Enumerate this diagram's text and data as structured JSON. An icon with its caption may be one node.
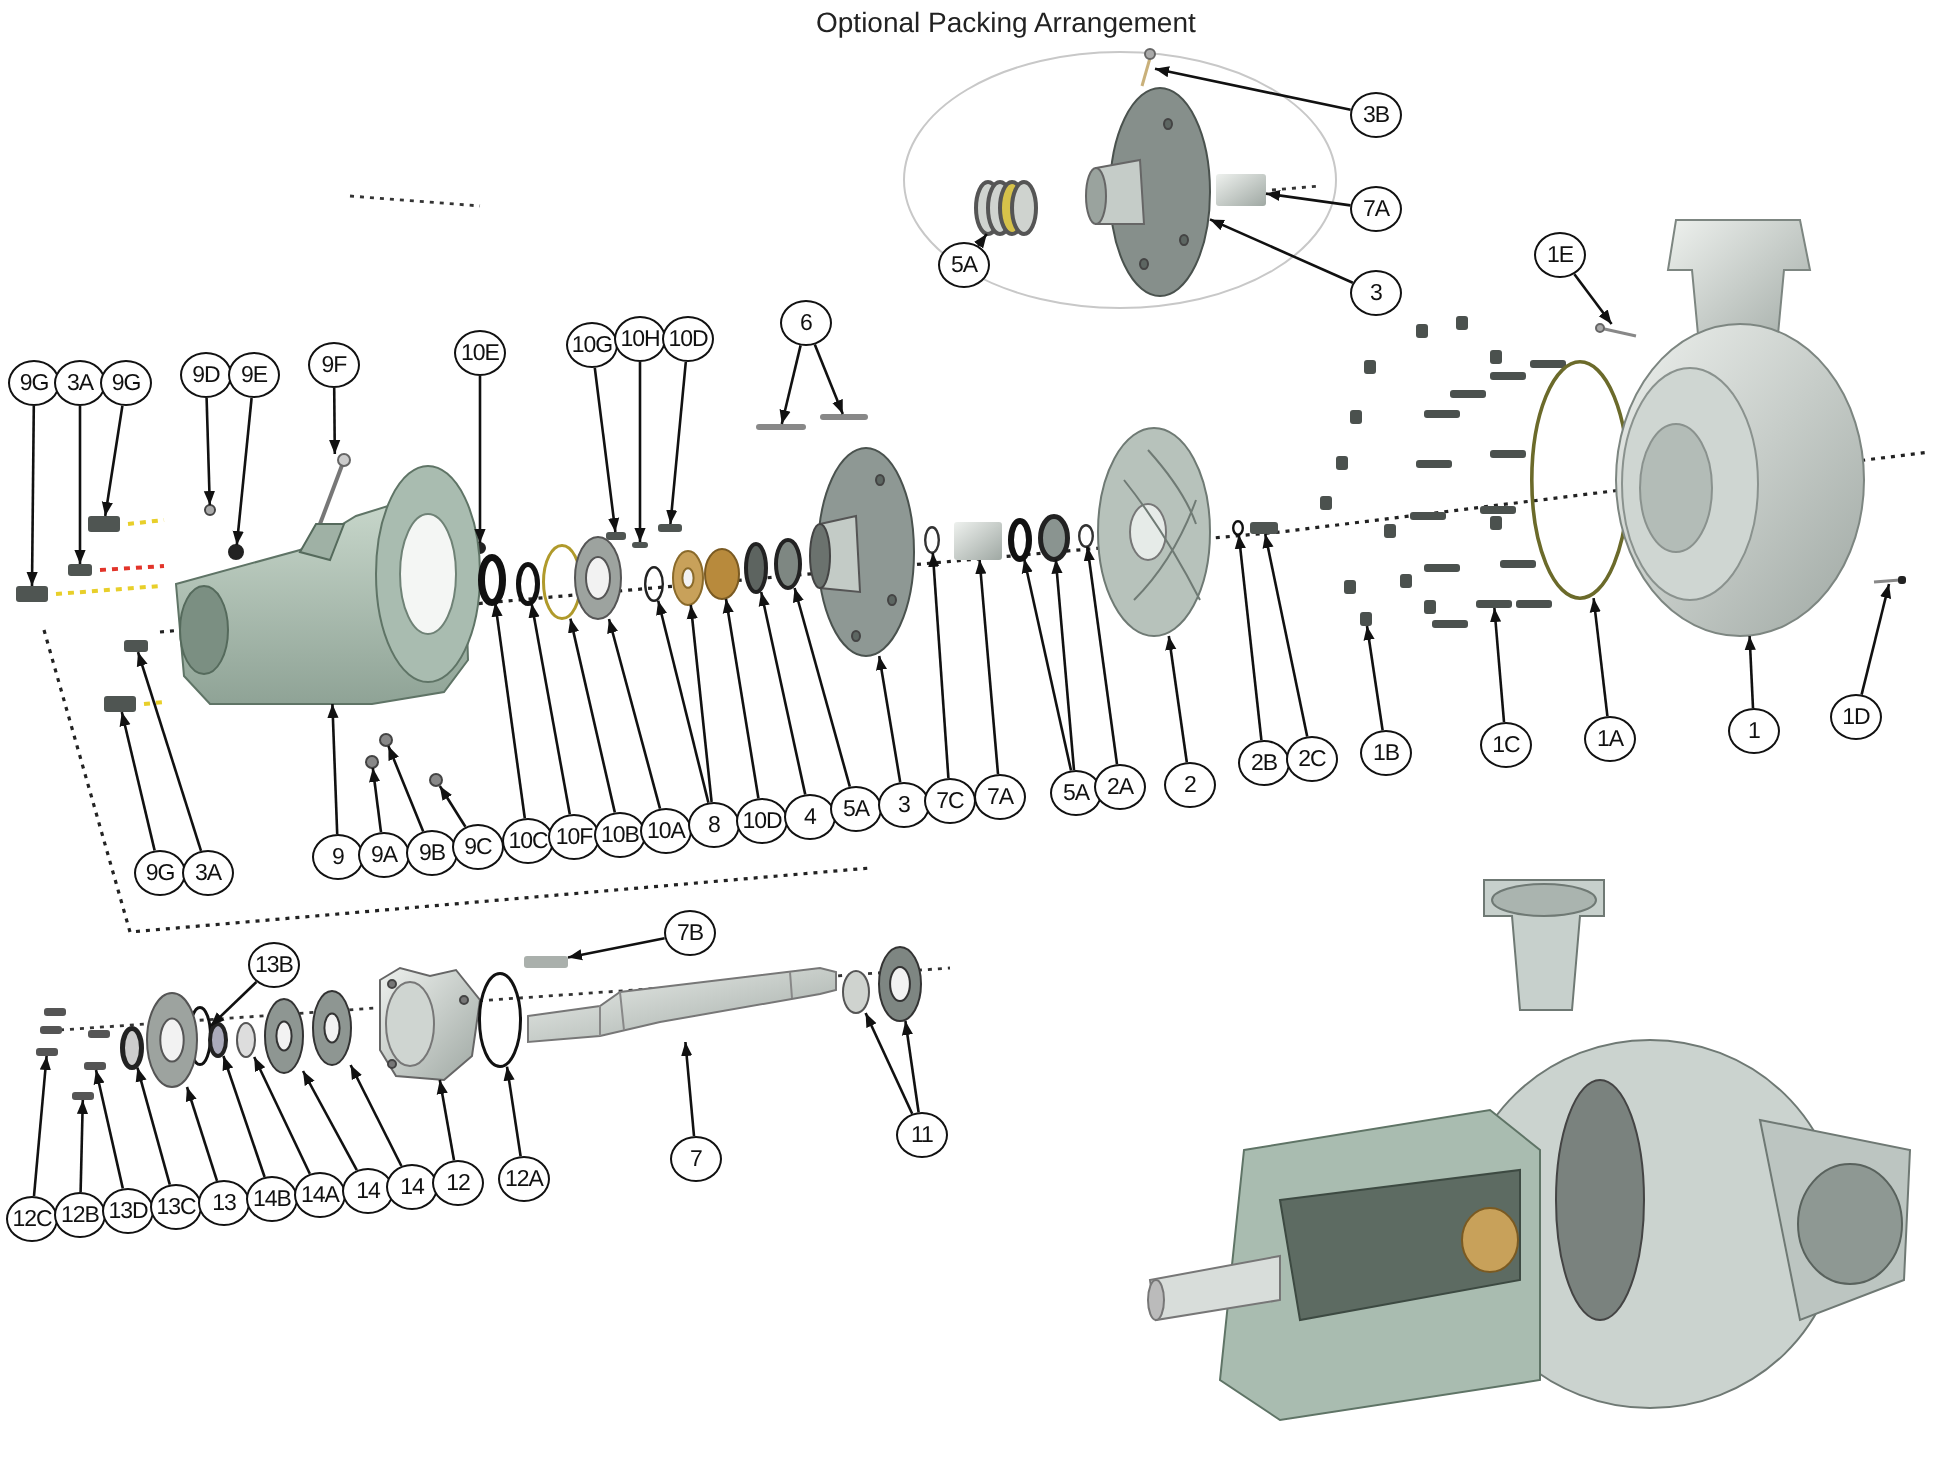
{
  "diagram": {
    "nodes": [
      {
        "text": [
          "3B"
        ]
      },
      {
        "text": [
          "7A"
        ]
      },
      {
        "text": [
          "5A"
        ]
      },
      {
        "text": [
          "3"
        ]
      },
      {
        "text": [
          "1E"
        ]
      },
      {
        "text": [
          "9G"
        ]
      },
      {
        "text": [
          "3A"
        ]
      },
      {
        "text": [
          "9G"
        ]
      },
      {
        "text": [
          "9D"
        ]
      },
      {
        "text": [
          "9E"
        ]
      },
      {
        "text": [
          "9F"
        ]
      },
      {
        "text": [
          "10E"
        ]
      },
      {
        "text": [
          "10G"
        ]
      },
      {
        "text": [
          "10H"
        ]
      },
      {
        "text": [
          "10D"
        ]
      },
      {
        "text": [
          "6"
        ]
      },
      {
        "text": [
          "9G"
        ]
      },
      {
        "text": [
          "3A"
        ]
      },
      {
        "text": [
          "9"
        ]
      },
      {
        "text": [
          "9A"
        ]
      },
      {
        "text": [
          "9B"
        ]
      },
      {
        "text": [
          "9C"
        ]
      },
      {
        "text": [
          "10C"
        ]
      },
      {
        "text": [
          "10F"
        ]
      },
      {
        "text": [
          "10B"
        ]
      },
      {
        "text": [
          "10A"
        ]
      },
      {
        "text": [
          "8"
        ]
      },
      {
        "text": [
          "10D"
        ]
      },
      {
        "text": [
          "4"
        ]
      },
      {
        "text": [
          "5A"
        ]
      },
      {
        "text": [
          "3"
        ]
      },
      {
        "text": [
          "7C"
        ]
      },
      {
        "text": [
          "7A"
        ]
      },
      {
        "text": [
          "5A"
        ]
      },
      {
        "text": [
          "2A"
        ]
      },
      {
        "text": [
          "2"
        ]
      },
      {
        "text": [
          "2B"
        ]
      },
      {
        "text": [
          "2C"
        ]
      },
      {
        "text": [
          "1B"
        ]
      },
      {
        "text": [
          "1C"
        ]
      },
      {
        "text": [
          "1A"
        ]
      },
      {
        "text": [
          "1"
        ]
      },
      {
        "text": [
          "1D"
        ]
      },
      {
        "text": [
          "7B"
        ]
      },
      {
        "text": [
          "13B"
        ]
      },
      {
        "text": [
          "12C"
        ]
      },
      {
        "text": [
          "12B"
        ]
      },
      {
        "text": [
          "13D"
        ]
      },
      {
        "text": [
          "13C"
        ]
      },
      {
        "text": [
          "13"
        ]
      },
      {
        "text": [
          "14B"
        ]
      },
      {
        "text": [
          "14A"
        ]
      },
      {
        "text": [
          "14"
        ]
      },
      {
        "text": [
          "14"
        ]
      },
      {
        "text": [
          "12"
        ]
      },
      {
        "text": [
          "12A"
        ]
      },
      {
        "text": [
          "7"
        ]
      },
      {
        "text": [
          "11"
        ]
      },
      {
        "text": [],
        "shape": "picture"
      },
      {
        "text": [],
        "shape": "box"
      },
      {
        "text": [],
        "shape": "picture"
      },
      {
        "text": [],
        "shape": "picture"
      },
      {
        "text": [],
        "shape": "picture"
      },
      {
        "text": [],
        "shape": "box"
      },
      {
        "text": [],
        "shape": "box"
      },
      {
        "text": [],
        "shape": "box"
      },
      {
        "text": [],
        "shape": "circle"
      },
      {
        "text": [],
        "shape": "circle"
      },
      {
        "text": [],
        "shape": "picture"
      },
      {
        "text": [],
        "shape": "circle"
      },
      {
        "text": [],
        "shape": "box"
      },
      {
        "text": [],
        "shape": "box"
      },
      {
        "text": [],
        "shape": "box"
      },
      {
        "text": [],
        "shape": "box"
      },
      {
        "text": [],
        "shape": "box"
      },
      {
        "text": [],
        "shape": "box"
      },
      {
        "text": [],
        "shape": "box"
      },
      {
        "text": [],
        "shape": "picture"
      },
      {
        "text": [],
        "shape": "circle"
      },
      {
        "text": [],
        "shape": "circle"
      },
      {
        "text": [],
        "shape": "circle"
      },
      {
        "text": [],
        "shape": "circle"
      },
      {
        "text": [],
        "shape": "circle"
      },
      {
        "text": [],
        "shape": "circle"
      },
      {
        "text": [],
        "shape": "circle"
      },
      {
        "text": [],
        "shape": "circle"
      },
      {
        "text": [],
        "shape": "circle"
      },
      {
        "text": [],
        "shape": "circle"
      },
      {
        "text": [],
        "shape": "circle"
      },
      {
        "text": [],
        "shape": "circle"
      },
      {
        "text": [],
        "shape": "picture"
      },
      {
        "text": [],
        "shape": "circle"
      },
      {
        "text": [],
        "shape": "box"
      },
      {
        "text": [],
        "shape": "circle"
      },
      {
        "text": [],
        "shape": "circle"
      },
      {
        "text": [],
        "shape": "circle"
      },
      {
        "text": [],
        "shape": "picture"
      },
      {
        "text": [],
        "shape": "circle"
      },
      {
        "text": [],
        "shape": "box"
      },
      {
        "text": [],
        "shape": "box"
      },
      {
        "text": [],
        "shape": "box"
      },
      {
        "text": [],
        "shape": "circle"
      },
      {
        "text": [],
        "shape": "picture"
      },
      {
        "text": [],
        "shape": "picture"
      },
      {
        "text": [],
        "shape": "box"
      },
      {
        "text": [],
        "shape": "circle"
      },
      {
        "text": [],
        "shape": "box"
      },
      {
        "text": [],
        "shape": "box"
      },
      {
        "text": [],
        "shape": "box"
      },
      {
        "text": [],
        "shape": "circle"
      },
      {
        "text": [],
        "shape": "circle"
      },
      {
        "text": [],
        "shape": "circle"
      },
      {
        "text": [],
        "shape": "circle"
      },
      {
        "text": [],
        "shape": "circle"
      },
      {
        "text": [],
        "shape": "circle"
      },
      {
        "text": [],
        "shape": "picture"
      },
      {
        "text": [],
        "shape": "circle"
      },
      {
        "text": [],
        "shape": "picture"
      },
      {
        "text": [],
        "shape": "circle"
      },
      {
        "text": [],
        "shape": "circle"
      }
    ],
    "edges": [
      {
        "from": 0,
        "to": 58,
        "arrow": "to"
      },
      {
        "from": 1,
        "to": 59,
        "arrow": "to"
      },
      {
        "from": 2,
        "to": 60,
        "arrow": "to"
      },
      {
        "from": 3,
        "to": 61,
        "arrow": "to"
      },
      {
        "from": 4,
        "to": 62,
        "arrow": "to"
      },
      {
        "from": 5,
        "to": 63,
        "arrow": "to"
      },
      {
        "from": 6,
        "to": 64,
        "arrow": "to"
      },
      {
        "from": 7,
        "to": 65,
        "arrow": "to"
      },
      {
        "from": 8,
        "to": 66,
        "arrow": "to"
      },
      {
        "from": 9,
        "to": 67,
        "arrow": "to"
      },
      {
        "from": 10,
        "to": 68,
        "arrow": "to"
      },
      {
        "from": 11,
        "to": 69,
        "arrow": "to"
      },
      {
        "from": 12,
        "to": 70,
        "arrow": "to"
      },
      {
        "from": 13,
        "to": 71,
        "arrow": "to"
      },
      {
        "from": 14,
        "to": 72,
        "arrow": "to"
      },
      {
        "from": 15,
        "to": 73,
        "arrow": "to"
      },
      {
        "from": 15,
        "to": 74,
        "arrow": "to"
      },
      {
        "from": 16,
        "to": 75,
        "arrow": "to"
      },
      {
        "from": 17,
        "to": 76,
        "arrow": "to"
      },
      {
        "from": 18,
        "to": 77,
        "arrow": "to"
      },
      {
        "from": 19,
        "to": 78,
        "arrow": "to"
      },
      {
        "from": 20,
        "to": 79,
        "arrow": "to"
      },
      {
        "from": 21,
        "to": 80,
        "arrow": "to"
      },
      {
        "from": 22,
        "to": 81,
        "arrow": "to"
      },
      {
        "from": 23,
        "to": 82,
        "arrow": "to"
      },
      {
        "from": 24,
        "to": 83,
        "arrow": "to"
      },
      {
        "from": 25,
        "to": 84,
        "arrow": "to"
      },
      {
        "from": 26,
        "to": 85,
        "arrow": "to"
      },
      {
        "from": 26,
        "to": 86,
        "arrow": "to"
      },
      {
        "from": 27,
        "to": 87,
        "arrow": "to"
      },
      {
        "from": 28,
        "to": 88,
        "arrow": "to"
      },
      {
        "from": 29,
        "to": 89,
        "arrow": "to"
      },
      {
        "from": 30,
        "to": 90,
        "arrow": "to"
      },
      {
        "from": 31,
        "to": 91,
        "arrow": "to"
      },
      {
        "from": 32,
        "to": 92,
        "arrow": "to"
      },
      {
        "from": 33,
        "to": 93,
        "arrow": "to"
      },
      {
        "from": 33,
        "to": 94,
        "arrow": "to"
      },
      {
        "from": 34,
        "to": 95,
        "arrow": "to"
      },
      {
        "from": 35,
        "to": 96,
        "arrow": "to"
      },
      {
        "from": 36,
        "to": 97,
        "arrow": "to"
      },
      {
        "from": 37,
        "to": 98,
        "arrow": "to"
      },
      {
        "from": 38,
        "to": 99,
        "arrow": "to"
      },
      {
        "from": 39,
        "to": 100,
        "arrow": "to"
      },
      {
        "from": 40,
        "to": 101,
        "arrow": "to"
      },
      {
        "from": 41,
        "to": 102,
        "arrow": "to"
      },
      {
        "from": 42,
        "to": 103,
        "arrow": "to"
      },
      {
        "from": 43,
        "to": 104,
        "arrow": "to"
      },
      {
        "from": 44,
        "to": 105,
        "arrow": "to"
      },
      {
        "from": 45,
        "to": 106,
        "arrow": "to"
      },
      {
        "from": 46,
        "to": 107,
        "arrow": "to"
      },
      {
        "from": 47,
        "to": 108,
        "arrow": "to"
      },
      {
        "from": 48,
        "to": 109,
        "arrow": "to"
      },
      {
        "from": 49,
        "to": 110,
        "arrow": "to"
      },
      {
        "from": 50,
        "to": 111,
        "arrow": "to"
      },
      {
        "from": 51,
        "to": 112,
        "arrow": "to"
      },
      {
        "from": 52,
        "to": 113,
        "arrow": "to"
      },
      {
        "from": 53,
        "to": 114,
        "arrow": "to"
      },
      {
        "from": 54,
        "to": 115,
        "arrow": "to"
      },
      {
        "from": 55,
        "to": 116,
        "arrow": "to"
      },
      {
        "from": 56,
        "to": 117,
        "arrow": "to"
      },
      {
        "from": 57,
        "to": 118,
        "arrow": "to"
      },
      {
        "from": 57,
        "to": 119,
        "arrow": "to"
      }
    ],
    "labels": [
      "Optional Packing Arrangement"
    ]
  }
}
